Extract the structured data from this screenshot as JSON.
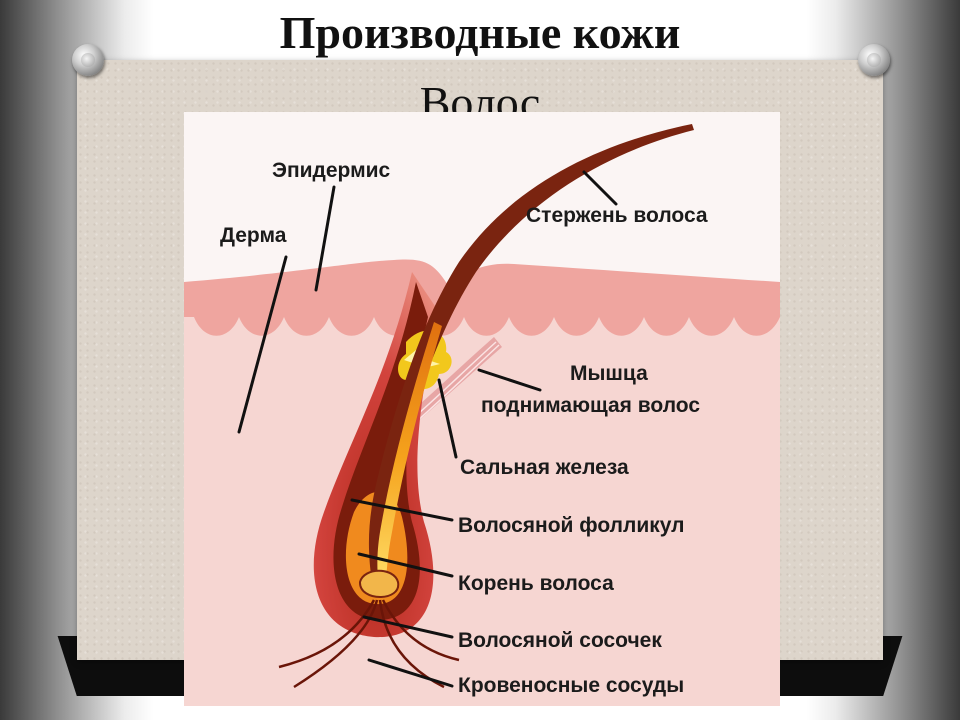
{
  "slide": {
    "title_line1": "Производные кожи",
    "title_line2": "Волос"
  },
  "diagram": {
    "labels": {
      "epidermis": "Эпидермис",
      "dermis": "Дерма",
      "hair_shaft": "Стержень волоса",
      "muscle_line1": "Мышца",
      "muscle_line2": "поднимающая волос",
      "sebaceous_gland": "Сальная железа",
      "hair_follicle": "Волосяной фолликул",
      "hair_root": "Корень волоса",
      "hair_papilla": "Волосяной сосочек",
      "blood_vessels": "Кровеносные сосуды"
    },
    "colors": {
      "dermis": "#f6d6d2",
      "epidermis": "#efa59f",
      "follicle_outer": "#d2433d",
      "hair_shaft": "#7a2410",
      "hair_core": "#f4a21a",
      "gland": "#f2c81c"
    }
  }
}
